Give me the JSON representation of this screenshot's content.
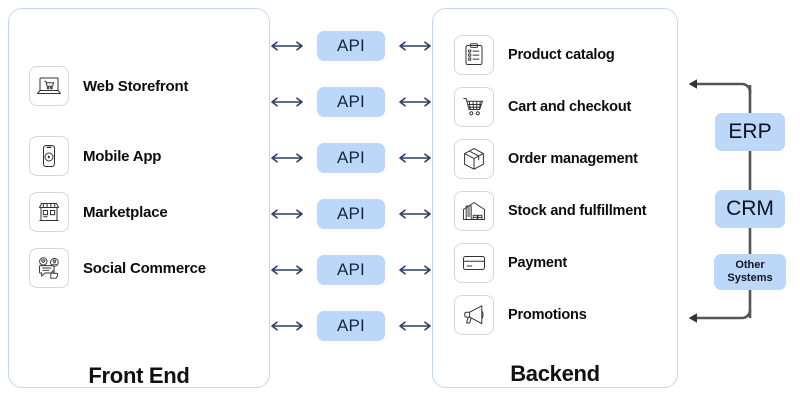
{
  "diagram": {
    "type": "architecture-diagram",
    "accent_color": "#bcd7f7",
    "panel_border_color": "#c5d8f2",
    "arrow_color": "#2c3e66",
    "connector_color": "#555555",
    "text_color": "#0d0d0d"
  },
  "frontend": {
    "title": "Front End",
    "items": [
      {
        "label": "Web Storefront",
        "icon": "laptop-cart-icon"
      },
      {
        "label": "Mobile App",
        "icon": "mobile-phone-play-icon"
      },
      {
        "label": "Marketplace",
        "icon": "storefront-awning-icon"
      },
      {
        "label": "Social Commerce",
        "icon": "chat-social-thumbsup-icon"
      }
    ]
  },
  "api_column": {
    "label": "API",
    "count": 6,
    "left_arrow_icon": "double-headed-arrow-icon",
    "right_arrow_icon": "double-headed-arrow-icon"
  },
  "backend": {
    "title": "Backend",
    "items": [
      {
        "label": "Product catalog",
        "icon": "clipboard-checklist-icon"
      },
      {
        "label": "Cart and checkout",
        "icon": "shopping-cart-icon"
      },
      {
        "label": "Order management",
        "icon": "box-cube-icon"
      },
      {
        "label": "Stock and fulfillment",
        "icon": "warehouse-icon"
      },
      {
        "label": "Payment",
        "icon": "credit-card-icon"
      },
      {
        "label": "Promotions",
        "icon": "megaphone-icon"
      }
    ]
  },
  "external_systems": {
    "items": [
      {
        "label": "ERP",
        "id": "erp"
      },
      {
        "label": "CRM",
        "id": "crm"
      },
      {
        "label": "Other\nSystems",
        "id": "other-systems",
        "line1": "Other",
        "line2": "Systems"
      }
    ],
    "connector_icon": "elbow-arrow-icon",
    "arrow_top_icon": "arrow-left-icon",
    "arrow_bottom_icon": "arrow-left-icon"
  }
}
